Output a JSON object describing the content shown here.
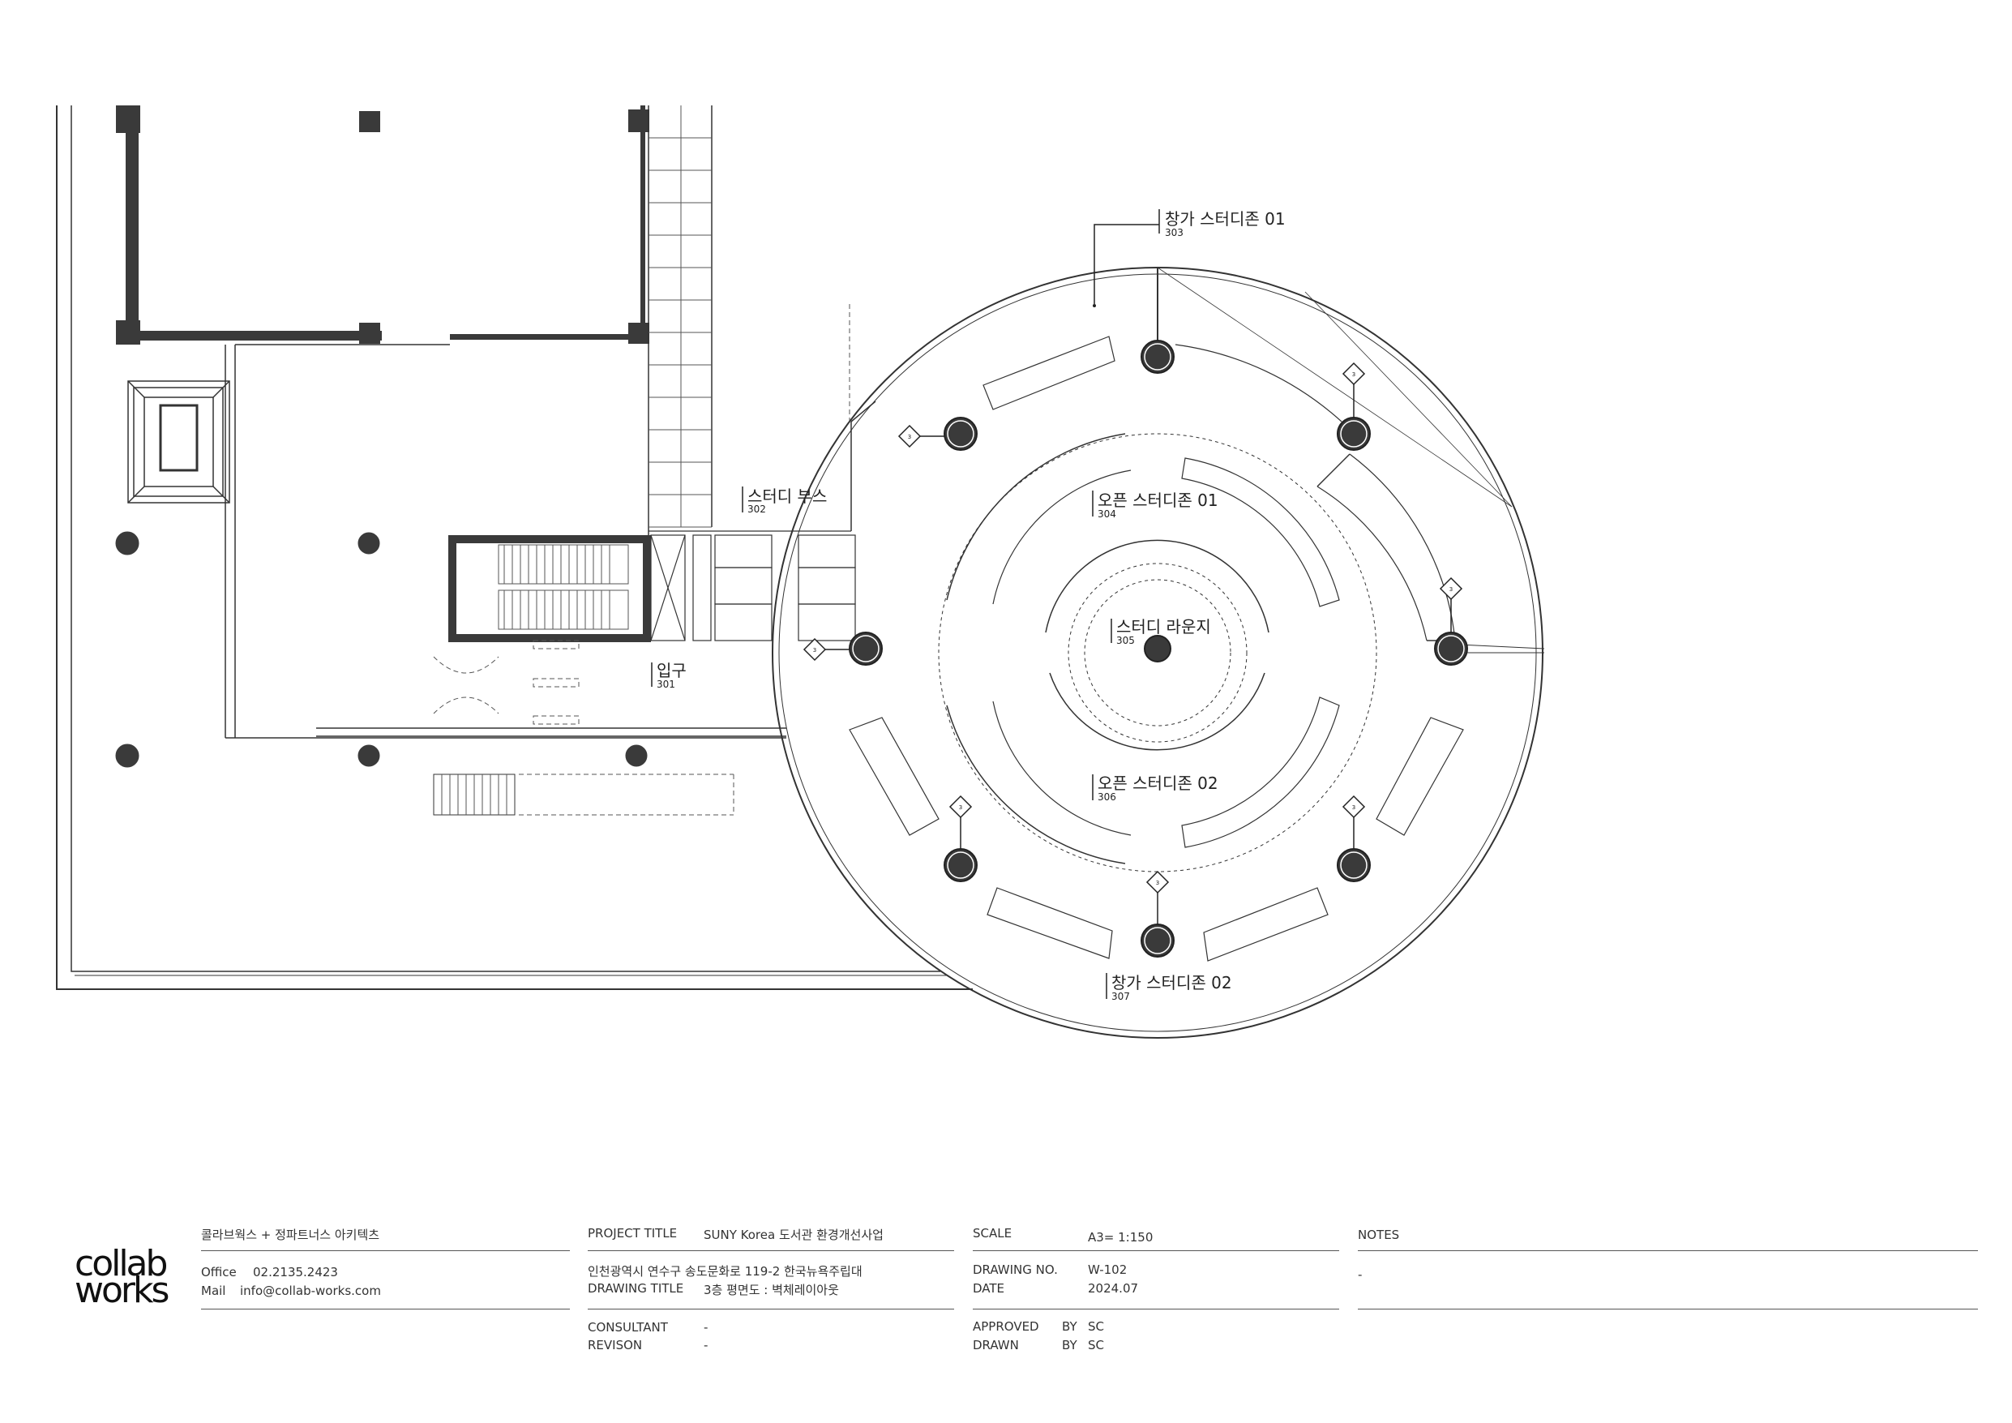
{
  "rooms": [
    {
      "name": "창가 스터디존 01",
      "number": "303"
    },
    {
      "name": "스터디 부스",
      "number": "302"
    },
    {
      "name": "오픈 스터디존 01",
      "number": "304"
    },
    {
      "name": "스터디 라운지",
      "number": "305"
    },
    {
      "name": "입구",
      "number": "301"
    },
    {
      "name": "오픈 스터디존 02",
      "number": "306"
    },
    {
      "name": "창가 스터디존 02",
      "number": "307"
    }
  ],
  "tag_number": "3",
  "title_block": {
    "logo_line1": "collab",
    "logo_line2": "works",
    "firm": "콜라브웍스 + 정파트너스 아키텍츠",
    "office_label": "Office",
    "office_value": "02.2135.2423",
    "mail_label": "Mail",
    "mail_value": "info@collab-works.com",
    "project_title_label": "PROJECT TITLE",
    "project_title_value": "SUNY Korea 도서관 환경개선사업",
    "address": "인천광역시 연수구 송도문화로 119-2 한국뉴욕주립대",
    "drawing_title_label": "DRAWING TITLE",
    "drawing_title_value": "3층 평면도 : 벽체레이아웃",
    "consultant_label": "CONSULTANT",
    "consultant_value": "-",
    "revision_label": "REVISON",
    "revision_value": "-",
    "scale_label": "SCALE",
    "scale_value": "A3= 1:150",
    "drawing_no_label": "DRAWING NO.",
    "drawing_no_value": "W-102",
    "date_label": "DATE",
    "date_value": "2024.07",
    "approved_label": "APPROVED",
    "approved_by": "BY",
    "approved_value": "SC",
    "drawn_label": "DRAWN",
    "drawn_by": "BY",
    "drawn_value": "SC",
    "notes_label": "NOTES",
    "notes_value": "-"
  }
}
